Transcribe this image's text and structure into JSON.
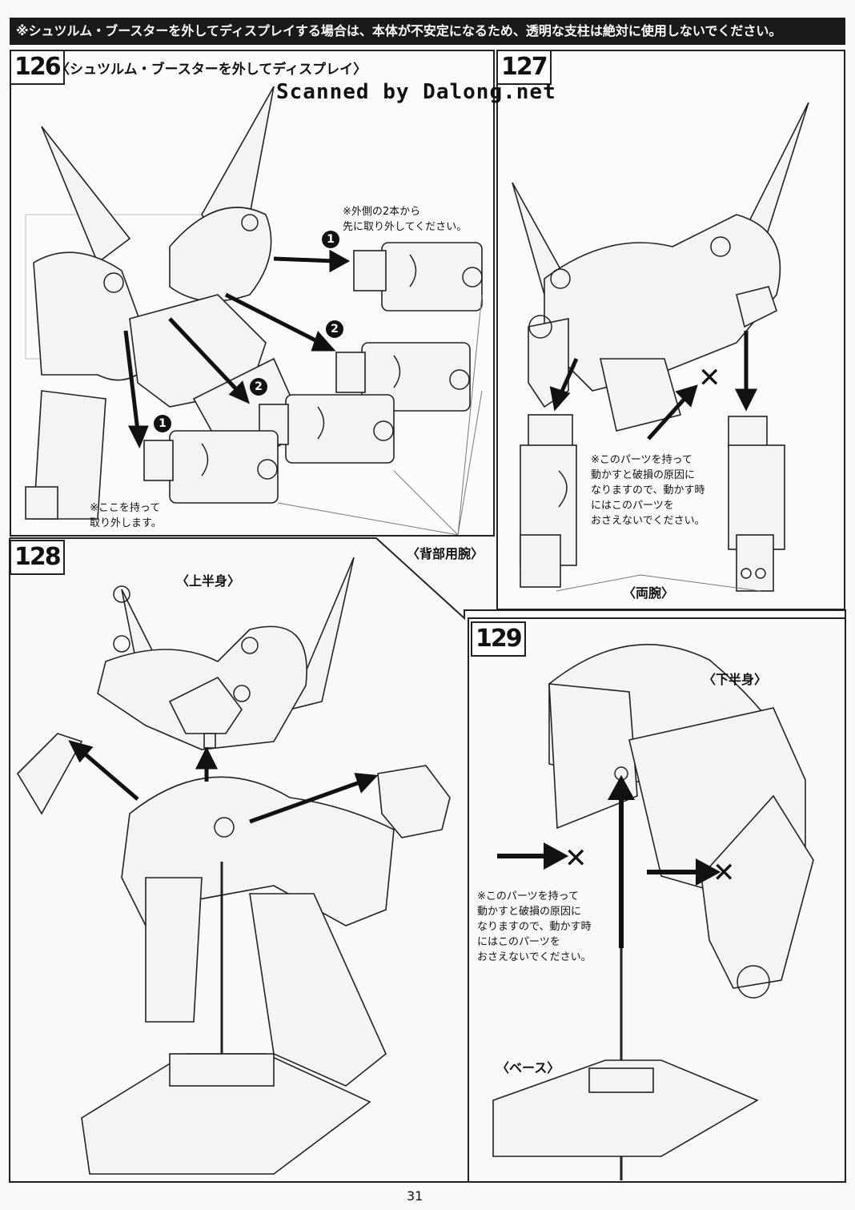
{
  "warning": "※シュツルム・ブースターを外してディスプレイする場合は、本体が不安定になるため、透明な支柱は絶対に使用しないでください。",
  "watermark": "Scanned by Dalong.net",
  "page_number": "31",
  "steps": {
    "s126": {
      "number": "126",
      "title": "〈シュツルム・ブースターを外してディスプレイ〉",
      "note_outer": "※外側の2本から\n先に取り外してください。",
      "note_hold": "※ここを持って\n取り外します。",
      "label_back_arm": "〈背部用腕〉",
      "badges": [
        "1",
        "2",
        "2",
        "1"
      ]
    },
    "s127": {
      "number": "127",
      "note_caution": "※このパーツを持って\n動かすと破損の原因に\nなりますので、動かす時\nにはこのパーツを\nおさえないでください。",
      "label_arms": "〈両腕〉",
      "cross": "✕"
    },
    "s128": {
      "number": "128",
      "label_upper": "〈上半身〉"
    },
    "s129": {
      "number": "129",
      "label_lower": "〈下半身〉",
      "label_base": "〈ベース〉",
      "note_caution": "※このパーツを持って\n動かすと破損の原因に\nなりますので、動かす時\nにはこのパーツを\nおさえないでください。",
      "cross": "✕"
    }
  }
}
